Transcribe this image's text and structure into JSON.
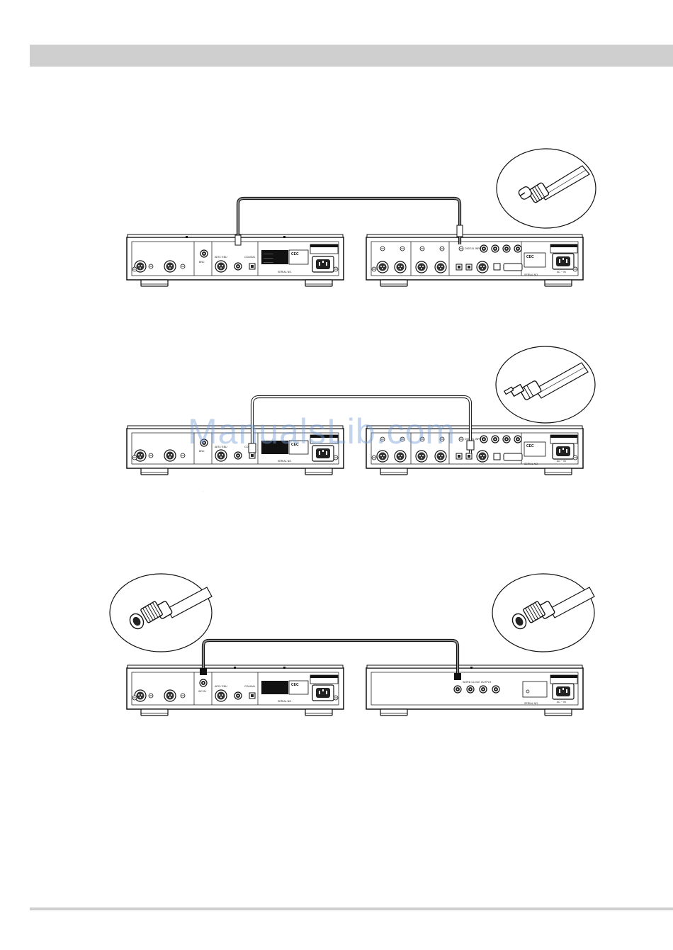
{
  "watermark": "ManualsLib.com",
  "colors": {
    "band": "#cfcfcf",
    "line": "#222222",
    "cable": "#555555"
  },
  "diagrams": [
    {
      "id": "coaxial",
      "source_labels": {
        "bnc": "BNC",
        "aes": "AES / EBU",
        "coax": "COAXIAL",
        "serial": "SERIAL NO."
      },
      "target_labels": {
        "input": "DIGITAL INPUT",
        "ac": "AC ~ IN",
        "serial": "SERIAL NO."
      }
    },
    {
      "id": "optical",
      "source_labels": {
        "bnc": "BNC",
        "aes": "AES / EBU",
        "coax": "COAXIAL",
        "serial": "SERIAL NO."
      },
      "target_labels": {
        "input": "DIGITAL INPUT",
        "ac": "AC ~ IN",
        "serial": "SERIAL NO."
      }
    },
    {
      "id": "wordclock",
      "source_labels": {
        "bnc": "WC IN",
        "aes": "AES / EBU",
        "coax": "COAXIAL",
        "serial": "SERIAL NO."
      },
      "target_labels": {
        "input": "WORD CLOCK OUTPUT",
        "ac": "AC ~ IN",
        "serial": "SERIAL NO."
      }
    }
  ]
}
